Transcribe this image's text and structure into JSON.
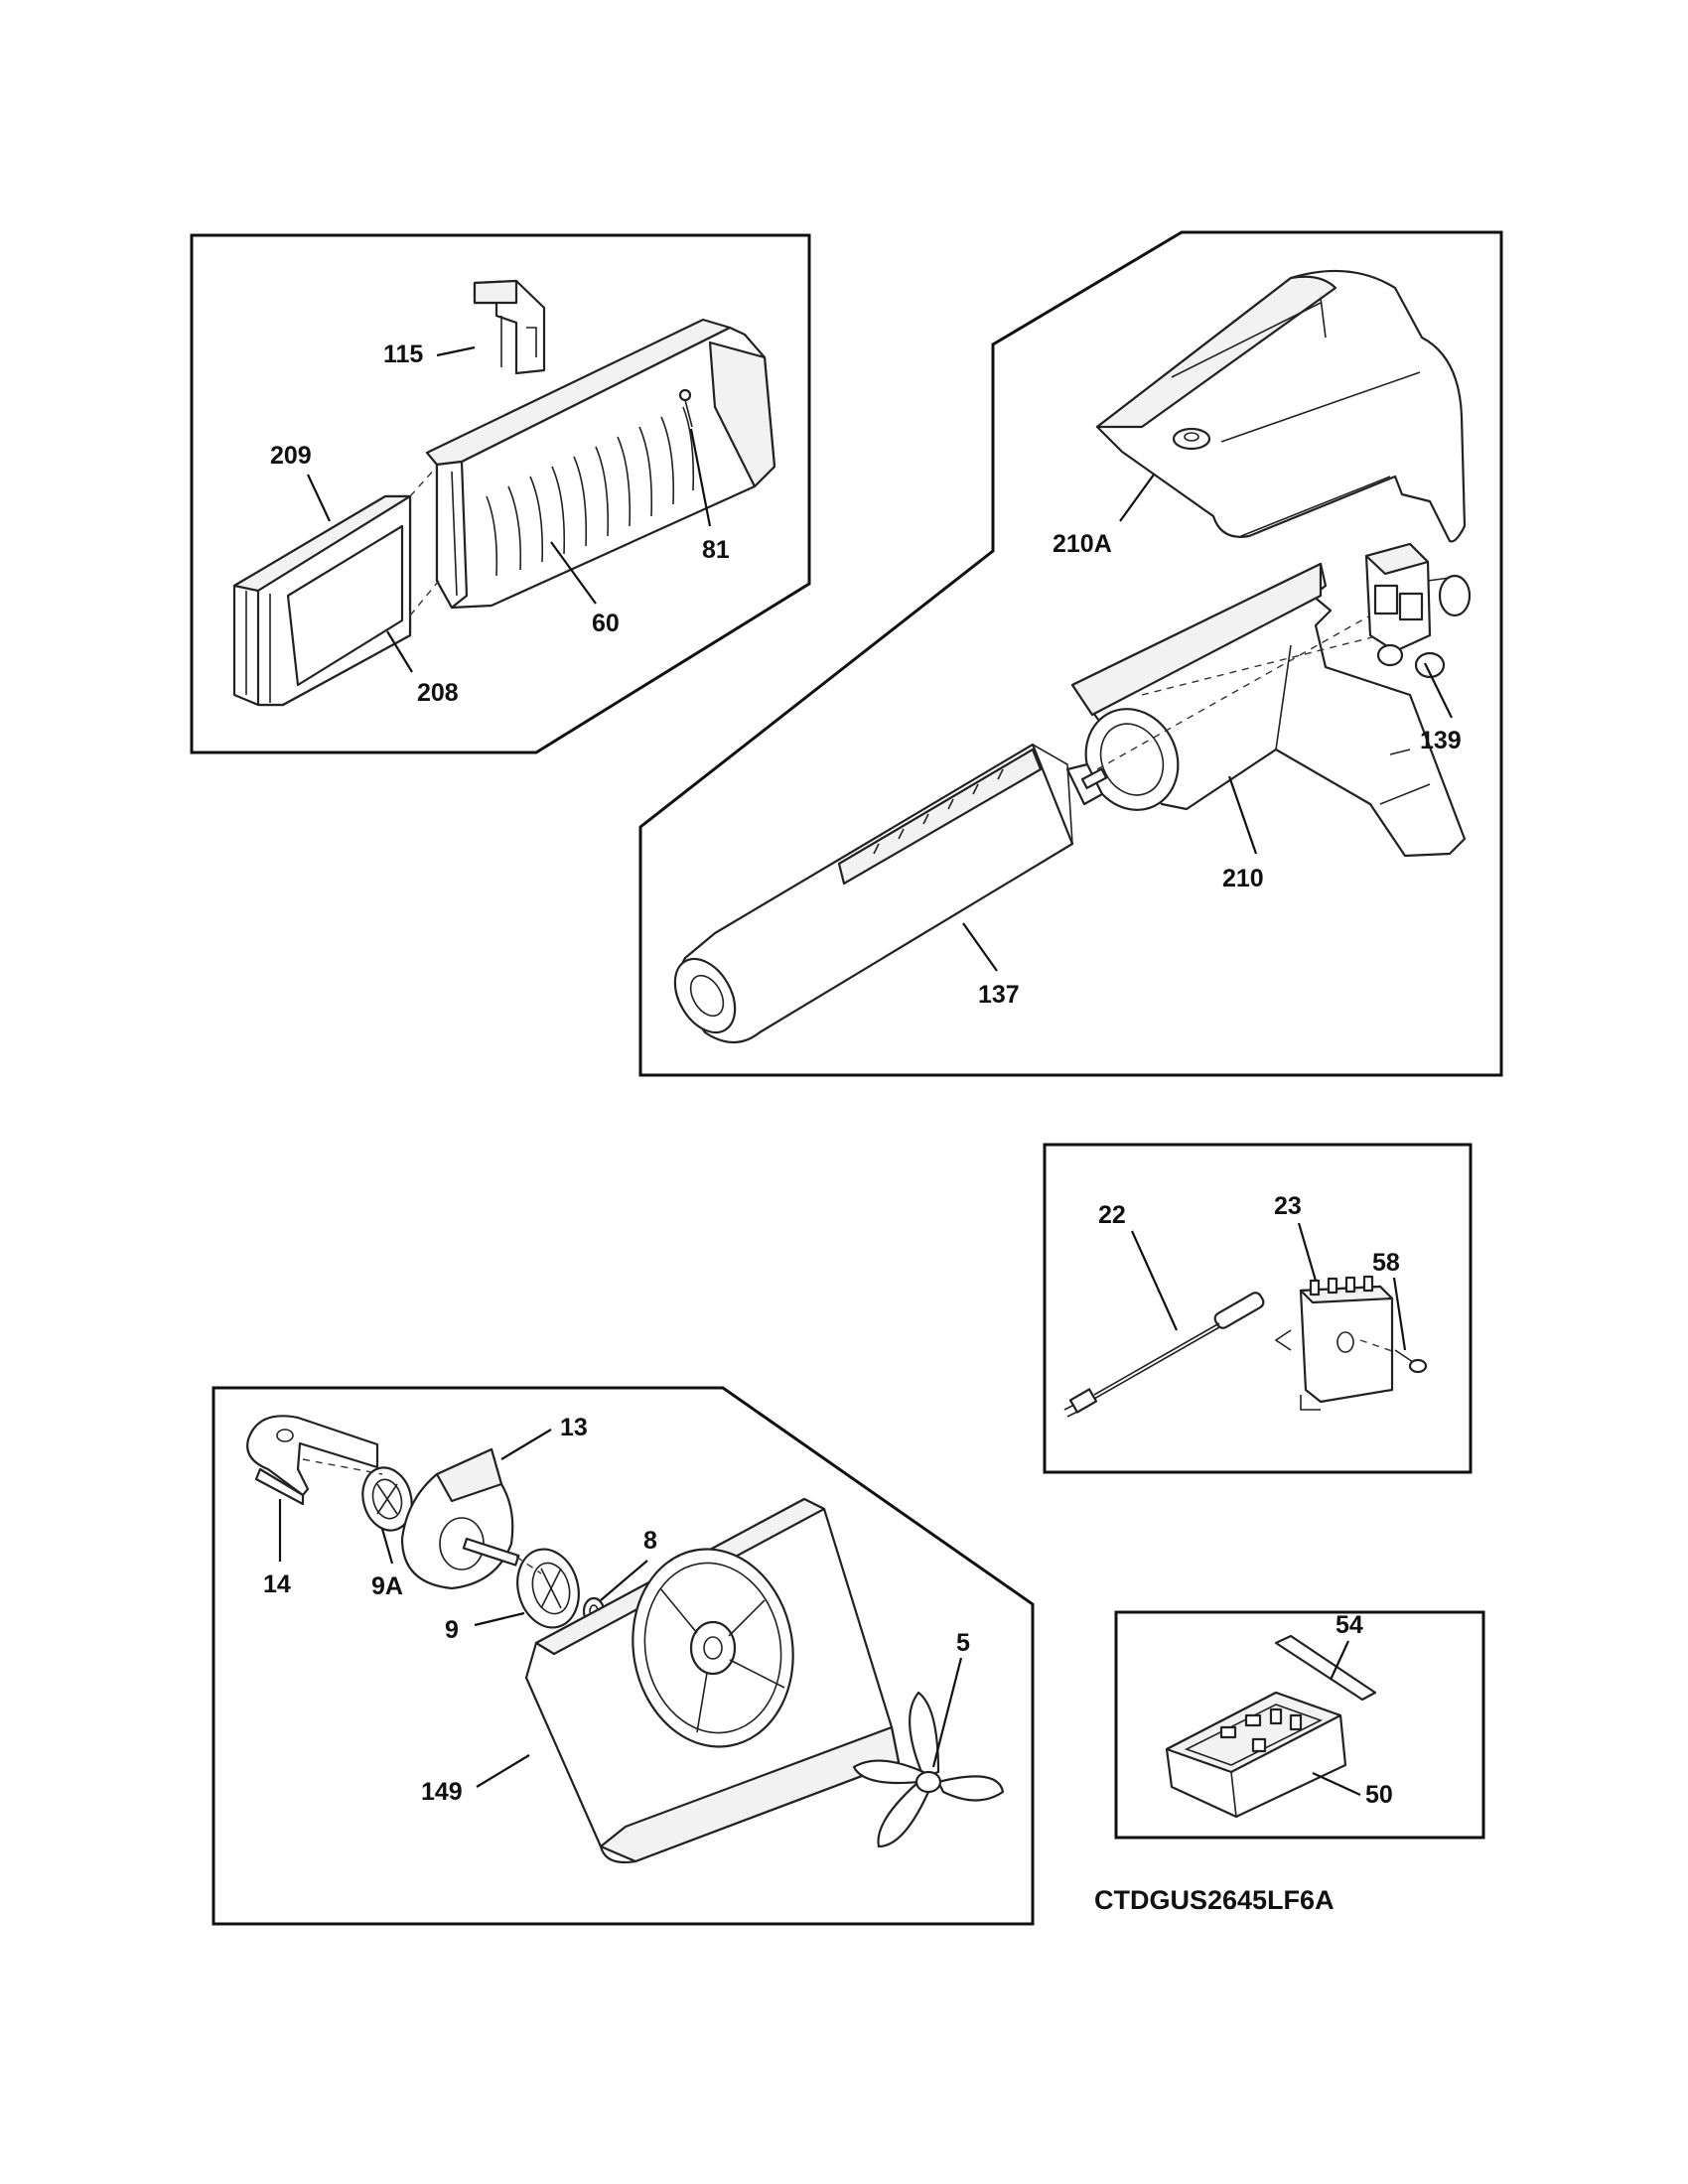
{
  "diagram": {
    "model_code": "CTDGUS2645LF6A",
    "callouts": {
      "c115": "115",
      "c209": "209",
      "c81": "81",
      "c60": "60",
      "c208": "208",
      "c210A": "210A",
      "c139": "139",
      "c210": "210",
      "c137": "137",
      "c22": "22",
      "c23": "23",
      "c58": "58",
      "c13": "13",
      "c8": "8",
      "c14": "14",
      "c9A": "9A",
      "c9": "9",
      "c5": "5",
      "c149": "149",
      "c54": "54",
      "c50": "50"
    }
  }
}
